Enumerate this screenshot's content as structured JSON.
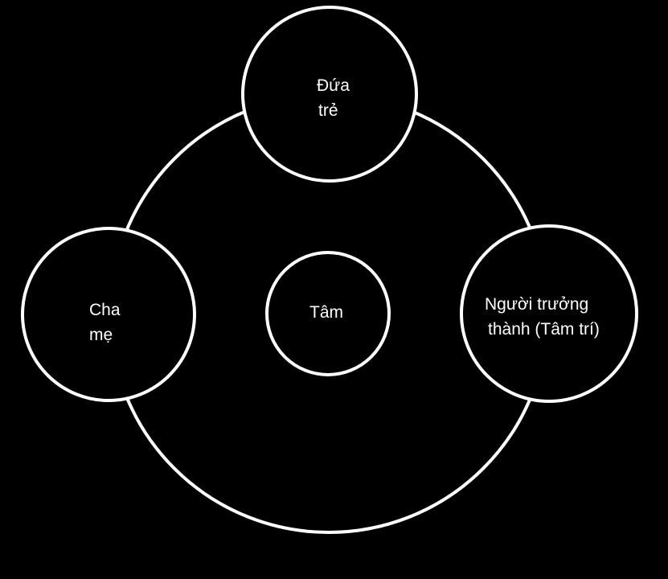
{
  "diagram": {
    "background_color": "#000000",
    "stroke_color": "#ffffff",
    "text_color": "#ffffff",
    "nodes": {
      "child": {
        "line1": "Đứa",
        "line2": "trẻ"
      },
      "parent": {
        "line1": "Cha",
        "line2": "mẹ"
      },
      "center": {
        "label": "Tâm"
      },
      "adult": {
        "line1": "Người trưởng",
        "line2": "thành (Tâm trí)"
      }
    }
  }
}
